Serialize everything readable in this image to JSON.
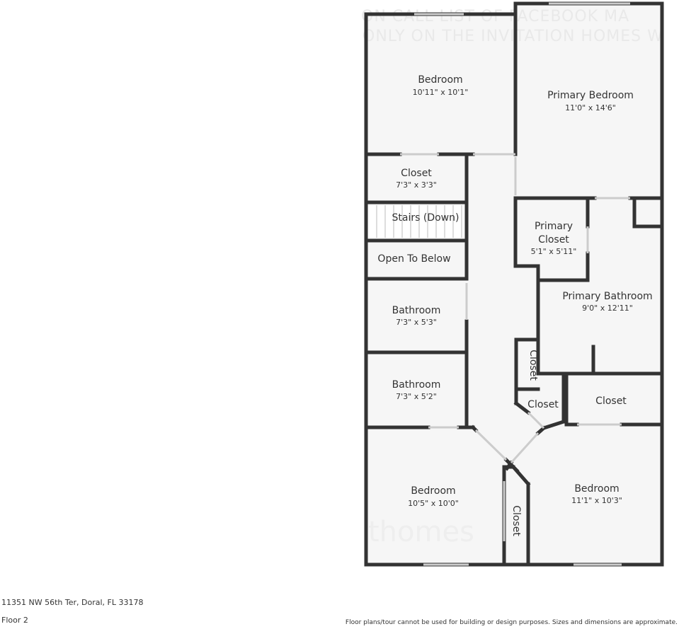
{
  "watermark": {
    "line1": "ON CALL LIST OF FACEBOOK MA",
    "line2": "ONLY ON THE INVITATION HOMES W",
    "logo": "thomes"
  },
  "rooms": {
    "bedroom_nw": {
      "name": "Bedroom",
      "dims": "10'11\" x 10'1\""
    },
    "primary_bedroom": {
      "name": "Primary Bedroom",
      "dims": "11'0\" x 14'6\""
    },
    "closet_1": {
      "name": "Closet",
      "dims": "7'3\" x 3'3\""
    },
    "stairs": {
      "name": "Stairs (Down)"
    },
    "open_to_below": {
      "name": "Open To Below"
    },
    "primary_closet": {
      "name_line1": "Primary",
      "name_line2": "Closet",
      "dims": "5'1\" x 5'11\""
    },
    "primary_bathroom": {
      "name": "Primary Bathroom",
      "dims": "9'0\" x 12'11\""
    },
    "bathroom_1": {
      "name": "Bathroom",
      "dims": "7'3\" x 5'3\""
    },
    "bathroom_2": {
      "name": "Bathroom",
      "dims": "7'3\" x 5'2\""
    },
    "closet_vertical": {
      "name": "Closet"
    },
    "closet_angled": {
      "name": "Closet"
    },
    "closet_east": {
      "name": "Closet"
    },
    "bedroom_sw": {
      "name": "Bedroom",
      "dims": "10'5\" x 10'0\""
    },
    "bedroom_se": {
      "name": "Bedroom",
      "dims": "11'1\" x 10'3\""
    },
    "closet_bottom_vertical": {
      "name": "Closet"
    }
  },
  "footer": {
    "address": "11351 NW 56th Ter, Doral, FL 33178",
    "floor": "Floor 2",
    "disclaimer": "Floor plans/tour cannot be used for building or design purposes. Sizes and dimensions are approximate."
  }
}
